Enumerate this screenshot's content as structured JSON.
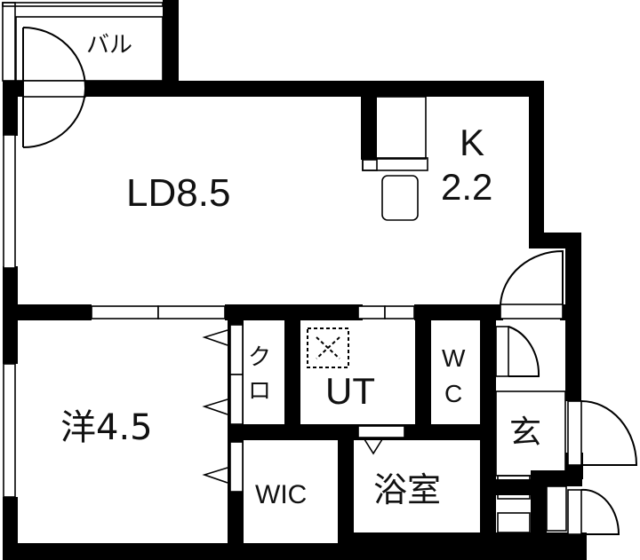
{
  "floorplan": {
    "colors": {
      "wall": "#000000",
      "background": "#ffffff",
      "text": "#111111"
    },
    "rooms": {
      "ld": {
        "label": "LD8.5",
        "type": "Living/Dining",
        "size_jo": 8.5
      },
      "kitchen": {
        "label_letter": "K",
        "label_size": "2.2",
        "type": "Kitchen",
        "size_jo": 2.2
      },
      "western": {
        "label": "洋4.5",
        "type": "Western-style room",
        "size_jo": 4.5
      },
      "balcony": {
        "label": "バル",
        "type": "Balcony"
      },
      "closet": {
        "label_line1": "ク",
        "label_line2": "ロ",
        "type": "Closet"
      },
      "utility": {
        "label": "UT",
        "type": "Utility"
      },
      "toilet": {
        "label_line1": "W",
        "label_line2": "C",
        "type": "Toilet"
      },
      "wic": {
        "label": "WIC",
        "type": "Walk-in closet"
      },
      "bath": {
        "label": "浴室",
        "type": "Bathroom"
      },
      "entrance": {
        "label": "玄",
        "type": "Entrance"
      }
    },
    "symbols": [
      {
        "name": "washing-machine-pan",
        "room": "utility"
      },
      {
        "name": "kitchen-sink",
        "room": "kitchen"
      },
      {
        "name": "balcony-door-swing",
        "room": "balcony"
      },
      {
        "name": "entrance-door-swing",
        "room": "entrance"
      }
    ]
  }
}
